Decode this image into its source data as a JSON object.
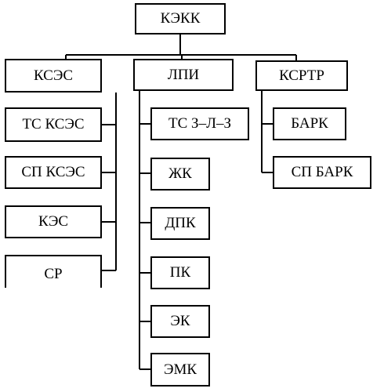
{
  "diagram": {
    "root": {
      "label": "КЭКК"
    },
    "branches": [
      {
        "label": "КСЭС",
        "children": [
          "ТС КСЭС",
          "СП КСЭС",
          "КЭС",
          "СР"
        ]
      },
      {
        "label": "ЛПИ",
        "children": [
          "ТС З–Л–З",
          "ЖК",
          "ДПК",
          "ПК",
          "ЭК",
          "ЭМК"
        ]
      },
      {
        "label": "КСРТР",
        "children": [
          "БАРК",
          "СП БАРК"
        ]
      }
    ]
  },
  "colors": {
    "line": "#000000",
    "background": "#ffffff"
  }
}
